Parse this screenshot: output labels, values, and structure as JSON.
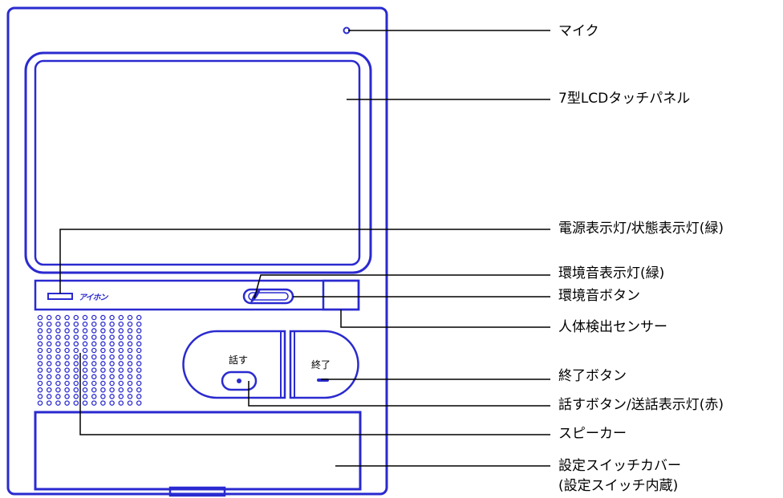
{
  "colors": {
    "outline": "#2a2ad0",
    "line": "#000000",
    "background": "#ffffff"
  },
  "device": {
    "brand_logo": "アイホン",
    "talk_button_label": "話す",
    "end_button_label": "終了"
  },
  "callouts": [
    {
      "id": "mic",
      "label": "マイク"
    },
    {
      "id": "lcd",
      "label": "7型LCDタッチパネル"
    },
    {
      "id": "power-led",
      "label": "電源表示灯/状態表示灯(緑)"
    },
    {
      "id": "ambient-led",
      "label": "環境音表示灯(緑)"
    },
    {
      "id": "ambient-button",
      "label": "環境音ボタン"
    },
    {
      "id": "motion-sensor",
      "label": "人体検出センサー"
    },
    {
      "id": "end-button",
      "label": "終了ボタン"
    },
    {
      "id": "talk-button",
      "label": "話すボタン/送話表示灯(赤)"
    },
    {
      "id": "speaker",
      "label": "スピーカー"
    },
    {
      "id": "cover",
      "label": "設定スイッチカバー"
    },
    {
      "id": "cover-sub",
      "label": "(設定スイッチ内蔵)"
    }
  ]
}
